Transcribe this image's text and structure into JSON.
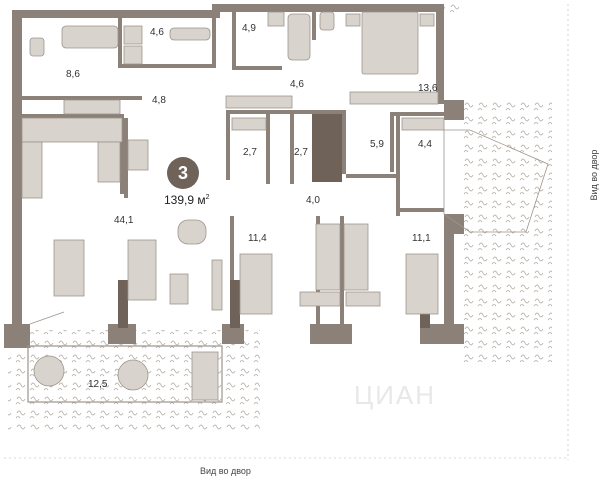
{
  "plan": {
    "rooms_count": "3",
    "total_area": "139,9 м",
    "total_area_sup": "2",
    "watermark": "ЦИАН"
  },
  "views": {
    "right": "Вид во двор",
    "bottom": "Вид во двор"
  },
  "rooms": [
    {
      "name": "bathroom-1",
      "area": "8,6"
    },
    {
      "name": "laundry",
      "area": "4,6"
    },
    {
      "name": "bathroom-2",
      "area": "4,9"
    },
    {
      "name": "corridor-upper",
      "area": "4,6"
    },
    {
      "name": "bedroom-master",
      "area": "13,6"
    },
    {
      "name": "hall",
      "area": "4,8"
    },
    {
      "name": "wardrobe-1",
      "area": "2,7"
    },
    {
      "name": "wardrobe-2",
      "area": "2,7"
    },
    {
      "name": "wardrobe-3",
      "area": "5,9"
    },
    {
      "name": "wardrobe-4",
      "area": "4,4"
    },
    {
      "name": "kitchen-living",
      "area": "44,1"
    },
    {
      "name": "corridor-center",
      "area": "4,0"
    },
    {
      "name": "bedroom-2",
      "area": "11,4"
    },
    {
      "name": "bedroom-3",
      "area": "11,1"
    },
    {
      "name": "terrace",
      "area": "12,5"
    }
  ],
  "colors": {
    "wall": "#8c8178",
    "wall_dark": "#6e6259",
    "furniture": "#d9d3cd",
    "line": "#9c948d",
    "tree": "#b5aca4"
  }
}
